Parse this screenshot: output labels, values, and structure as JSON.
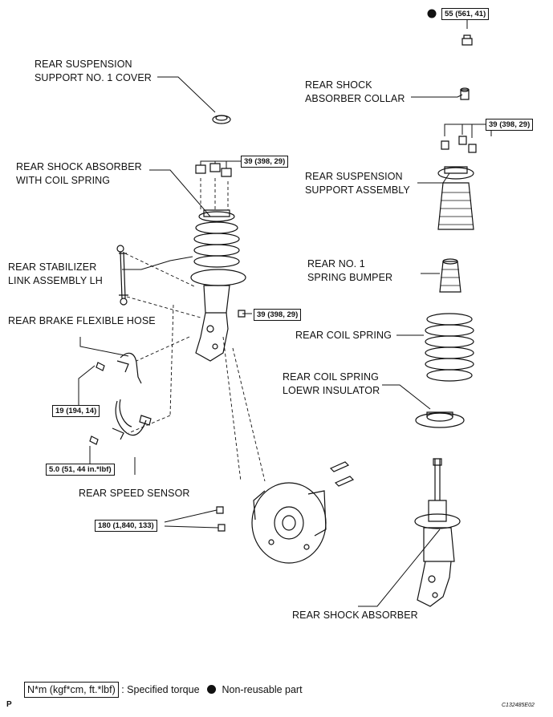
{
  "labels": {
    "support_cover": [
      "REAR SUSPENSION",
      "SUPPORT NO. 1 COVER"
    ],
    "shock_collar": [
      "REAR SHOCK",
      "ABSORBER COLLAR"
    ],
    "shock_with_spring": [
      "REAR SHOCK ABSORBER",
      "WITH COIL SPRING"
    ],
    "support_assembly": [
      "REAR SUSPENSION",
      "SUPPORT ASSEMBLY"
    ],
    "stabilizer_link": [
      "REAR STABILIZER",
      "LINK ASSEMBLY LH"
    ],
    "spring_bumper": [
      "REAR NO. 1",
      "SPRING BUMPER"
    ],
    "brake_hose": "REAR BRAKE FLEXIBLE HOSE",
    "coil_spring": "REAR COIL SPRING",
    "lower_insulator": [
      "REAR COIL SPRING",
      "LOEWR INSULATOR"
    ],
    "speed_sensor": "REAR SPEED SENSOR",
    "shock_absorber": "REAR SHOCK ABSORBER"
  },
  "torques": {
    "top_nut": "55 (561, 41)",
    "support_nuts_right": "39 (398, 29)",
    "support_nuts_left": "39 (398, 29)",
    "link_nut": "39 (398, 29)",
    "hose_bolt": "19 (194, 14)",
    "sensor_bolt": "5.0 (51, 44 in.*lbf)",
    "knuckle_nuts": "180 (1,840, 133)"
  },
  "legend": {
    "torque_box": "N*m (kgf*cm, ft.*lbf)",
    "torque_text": ": Specified torque",
    "nonreusable_text": "Non-reusable part"
  },
  "footer": {
    "page_mark": "P",
    "figure_code": "C132485E02"
  },
  "symbols": {
    "nonreusable": "filled-circle"
  }
}
